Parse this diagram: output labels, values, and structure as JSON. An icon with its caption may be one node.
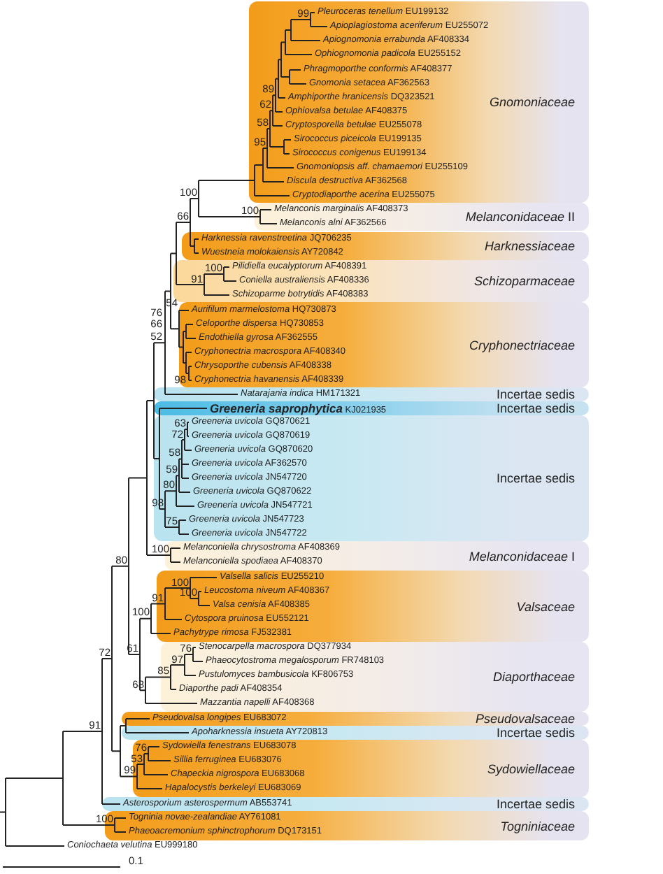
{
  "diagram": {
    "nodes": [
      {
        "text": [
          "Gnomoniaceae"
        ]
      },
      {
        "text": [
          "*Pleuroceras tenellum* EU199132"
        ],
        "in": 0
      },
      {
        "text": [
          "*Apioplagiostoma aceriferum* EU255072"
        ],
        "in": 0
      },
      {
        "text": [
          "*Apiognomonia errabunda* AF408334"
        ],
        "in": 0
      },
      {
        "text": [
          "*Ophiognomonia padicola* EU255152"
        ],
        "in": 0
      },
      {
        "text": [
          "*Phragmoporthe conformis* AF408377"
        ],
        "in": 0
      },
      {
        "text": [
          "*Gnomonia setacea* AF362563"
        ],
        "in": 0
      },
      {
        "text": [
          "*Amphiporthe hranicensis* DQ323521"
        ],
        "in": 0
      },
      {
        "text": [
          "*Ophiovalsa betulae* AF408375"
        ],
        "in": 0
      },
      {
        "text": [
          "*Cryptosporella betulae* EU255078"
        ],
        "in": 0
      },
      {
        "text": [
          "*Sirococcus piceicola* EU199135"
        ],
        "in": 0
      },
      {
        "text": [
          "*Sirococcus conigenus* EU199134"
        ],
        "in": 0
      },
      {
        "text": [
          "*Gnomoniopsis aff. chamaemori* EU255109"
        ],
        "in": 0
      },
      {
        "text": [
          "*Discula destructiva* AF362568"
        ],
        "in": 0
      },
      {
        "text": [
          "*Cryptodiaporthe acerina* EU255075"
        ],
        "in": 0
      },
      {
        "text": [
          "*Melanconidaceae* II"
        ]
      },
      {
        "text": [
          "*Melanconis marginalis* AF408373"
        ],
        "in": 15
      },
      {
        "text": [
          "*Melanconis alni* AF362566"
        ],
        "in": 15
      },
      {
        "text": [
          "Harknessiaceae"
        ]
      },
      {
        "text": [
          "*Harknessia ravenstreetina* JQ706235"
        ],
        "in": 18
      },
      {
        "text": [
          "*Wuestneia molokaiensis* AY720842"
        ],
        "in": 18
      },
      {
        "text": [
          "Schizoparmaceae"
        ]
      },
      {
        "text": [
          "*Pilidiella eucalyptorum* AF408391"
        ],
        "in": 21
      },
      {
        "text": [
          "*Coniella australiensis* AF408336"
        ],
        "in": 21
      },
      {
        "text": [
          "*Schizoparme botrytidis* AF408383"
        ],
        "in": 21
      },
      {
        "text": [
          "Cryphonectriaceae"
        ]
      },
      {
        "text": [
          "*Aurifilum marmelostoma* HQ730873"
        ],
        "in": 25
      },
      {
        "text": [
          "*Celoporthe dispersa* HQ730853"
        ],
        "in": 25
      },
      {
        "text": [
          "*Endothiella gyrosa* AF362555"
        ],
        "in": 25
      },
      {
        "text": [
          "*Cryphonectria macrospora* AF408340"
        ],
        "in": 25
      },
      {
        "text": [
          "*Chrysoporthe cubensis* AF408338"
        ],
        "in": 25
      },
      {
        "text": [
          "*Cryphonectria havanensis* AF408339"
        ],
        "in": 25
      },
      {
        "text": [
          "Incertae sedis"
        ]
      },
      {
        "text": [
          "*Natarajania indica* HM171321"
        ],
        "in": 32
      },
      {
        "text": [
          "Incertae sedis"
        ]
      },
      {
        "text": [
          "**Greeneria saprophytica** KJ021935"
        ],
        "in": 34
      },
      {
        "text": [
          "Incertae sedis"
        ]
      },
      {
        "text": [
          "*Greeneria uvicola* GQ870621"
        ],
        "in": 36
      },
      {
        "text": [
          "*Greeneria uvicola* GQ870619"
        ],
        "in": 36
      },
      {
        "text": [
          "*Greeneria uvicola* GQ870620"
        ],
        "in": 36
      },
      {
        "text": [
          "*Greeneria uvicola* AF362570"
        ],
        "in": 36
      },
      {
        "text": [
          "*Greeneria uvicola* JN547720"
        ],
        "in": 36
      },
      {
        "text": [
          "*Greeneria uvicola* GQ870622"
        ],
        "in": 36
      },
      {
        "text": [
          "*Greeneria uvicola* JN547721"
        ],
        "in": 36
      },
      {
        "text": [
          "*Greeneria uvicola* JN547723"
        ],
        "in": 36
      },
      {
        "text": [
          "*Greeneria uvicola* JN547722"
        ],
        "in": 36
      },
      {
        "text": [
          "*Melanconidaceae* I"
        ]
      },
      {
        "text": [
          "*Melanconiella chrysostroma* AF408369"
        ],
        "in": 46
      },
      {
        "text": [
          "*Melanconiella spodiaea* AF408370"
        ],
        "in": 46
      },
      {
        "text": [
          "Valsaceae"
        ]
      },
      {
        "text": [
          "*Valsella salicis* EU255210"
        ],
        "in": 49
      },
      {
        "text": [
          "*Leucostoma niveum* AF408367"
        ],
        "in": 49
      },
      {
        "text": [
          "*Valsa cenisia* AF408385"
        ],
        "in": 49
      },
      {
        "text": [
          "*Cytospora pruinosa* EU552121"
        ],
        "in": 49
      },
      {
        "text": [
          "*Pachytrype rimosa* FJ532381"
        ],
        "in": 49
      },
      {
        "text": [
          "Diaporthaceae"
        ]
      },
      {
        "text": [
          "*Stenocarpella macrospora* DQ377934"
        ],
        "in": 55
      },
      {
        "text": [
          "*Phaeocytostroma megalosporum* FR748103"
        ],
        "in": 55
      },
      {
        "text": [
          "*Pustulomyces bambusicola* KF806753"
        ],
        "in": 55
      },
      {
        "text": [
          "*Diaporthe padi* AF408354"
        ],
        "in": 55
      },
      {
        "text": [
          "*Mazzantia napelli* AF408368"
        ],
        "in": 55
      },
      {
        "text": [
          "Pseudovalsaceae"
        ]
      },
      {
        "text": [
          "*Pseudovalsa longipes* EU683072"
        ],
        "in": 61
      },
      {
        "text": [
          "Incertae sedis"
        ]
      },
      {
        "text": [
          "*Apoharknessia insueta* AY720813"
        ],
        "in": 63
      },
      {
        "text": [
          "Sydowiellaceae"
        ]
      },
      {
        "text": [
          "*Sydowiella fenestrans* EU683078"
        ],
        "in": 65
      },
      {
        "text": [
          "*Sillia ferruginea* EU683076"
        ],
        "in": 65
      },
      {
        "text": [
          "*Chapeckia nigrospora* EU683068"
        ],
        "in": 65
      },
      {
        "text": [
          "*Hapalocystis berkeleyi* EU683069"
        ],
        "in": 65
      },
      {
        "text": [
          "Incertae sedis"
        ]
      },
      {
        "text": [
          "*Asterosporium asterospermum* AB553741"
        ],
        "in": 70
      },
      {
        "text": [
          "Togniniaceae"
        ]
      },
      {
        "text": [
          "*Togninia novae-zealandiae* AY761081"
        ],
        "in": 72
      },
      {
        "text": [
          "*Phaeoacremonium sphinctrophorum* DQ173151"
        ],
        "in": 72
      },
      {
        "text": [
          "*Coniochaeta velutina* EU999180"
        ]
      }
    ],
    "labels": [
      "99",
      "89",
      "62",
      "58",
      "95",
      "100",
      "100",
      "66",
      "100",
      "91",
      "54",
      "76",
      "66",
      "52",
      "98",
      "63",
      "72",
      "58",
      "59",
      "80",
      "98",
      "75",
      "100",
      "100",
      "100",
      "91",
      "61",
      "100",
      "76",
      "97",
      "80",
      "85",
      "68",
      "72",
      "76",
      "91",
      "53",
      "99",
      "100",
      "0.1"
    ]
  }
}
